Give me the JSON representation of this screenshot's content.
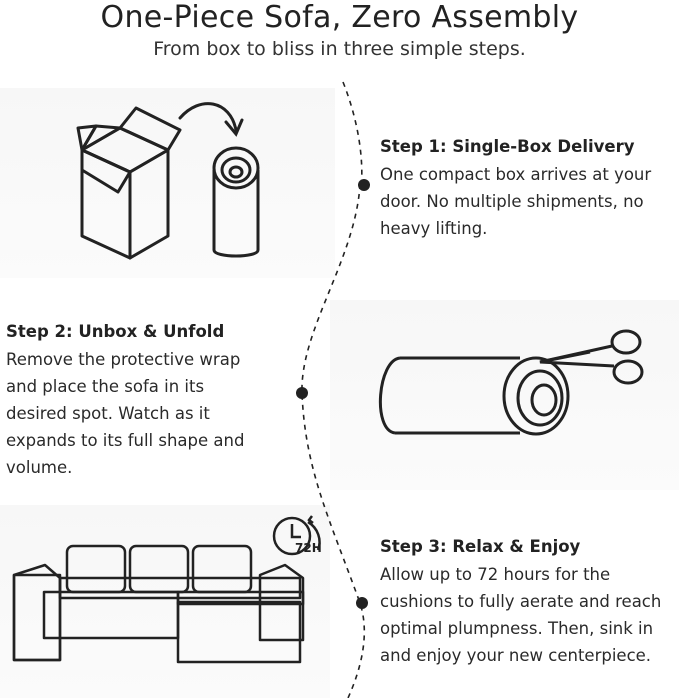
{
  "header": {
    "title": "One-Piece Sofa, Zero Assembly",
    "subtitle": "From box to bliss in three simple steps."
  },
  "steps": [
    {
      "title": "Step 1: Single-Box Delivery",
      "lines": [
        "One compact box arrives at your",
        "door. No multiple shipments, no",
        "heavy lifting."
      ]
    },
    {
      "title": "Step 2: Unbox & Unfold",
      "lines": [
        "Remove the protective wrap",
        "and place the sofa in its",
        "desired spot. Watch as it",
        "expands to its full shape and",
        "volume."
      ]
    },
    {
      "title": "Step 3: Relax & Enjoy",
      "lines": [
        "Allow up to 72 hours for the",
        "cushions to fully aerate and reach",
        "optimal plumpness. Then, sink in",
        "and enjoy your new centerpiece."
      ]
    }
  ],
  "clock_badge": "72H",
  "icons": [
    "box-icon",
    "rolled-sofa-icon",
    "arrow-icon",
    "scissors-icon",
    "sofa-icon",
    "clock-icon"
  ]
}
